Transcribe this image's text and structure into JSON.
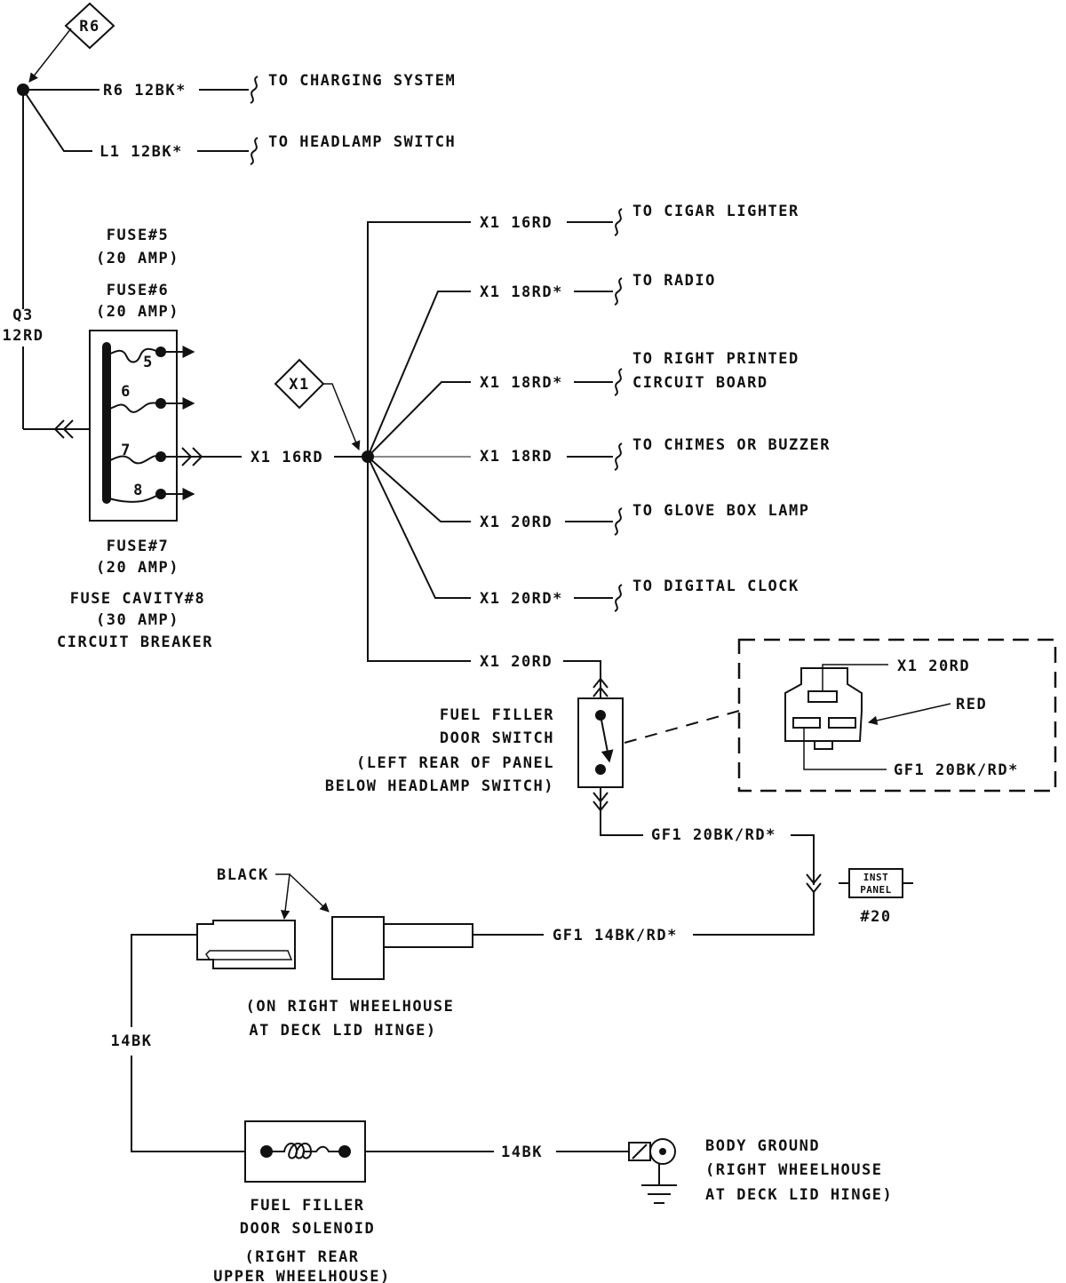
{
  "markers": {
    "r6": "R6",
    "x1": "X1"
  },
  "top_splice": {
    "wires": [
      {
        "label": "R6 12BK*",
        "dest": "TO CHARGING SYSTEM"
      },
      {
        "label": "L1 12BK*",
        "dest": "TO HEADLAMP SWITCH"
      }
    ],
    "feed": {
      "circuit": "Q3",
      "gauge": "12RD"
    }
  },
  "fuse_block": {
    "labels": [
      {
        "line1": "FUSE#5",
        "line2": "(20 AMP)"
      },
      {
        "line1": "FUSE#6",
        "line2": "(20 AMP)"
      }
    ],
    "fuse7": {
      "line1": "FUSE#7",
      "line2": "(20 AMP)"
    },
    "cavity8": {
      "line1": "FUSE CAVITY#8",
      "line2": "(30 AMP)",
      "line3": "CIRCUIT BREAKER"
    },
    "fuse_numbers": [
      "5",
      "6",
      "7",
      "8"
    ],
    "output_wire": "X1 16RD"
  },
  "x1_branches": [
    {
      "label": "X1 16RD",
      "dest_line1": "TO CIGAR LIGHTER",
      "dest_line2": ""
    },
    {
      "label": "X1 18RD*",
      "dest_line1": "TO RADIO",
      "dest_line2": ""
    },
    {
      "label": "X1 18RD*",
      "dest_line1": "TO RIGHT PRINTED",
      "dest_line2": "CIRCUIT BOARD"
    },
    {
      "label": "X1 18RD",
      "dest_line1": "TO CHIMES OR BUZZER",
      "dest_line2": ""
    },
    {
      "label": "X1 20RD",
      "dest_line1": "TO GLOVE BOX LAMP",
      "dest_line2": ""
    },
    {
      "label": "X1 20RD*",
      "dest_line1": "TO DIGITAL CLOCK",
      "dest_line2": ""
    },
    {
      "label": "X1 20RD",
      "dest_line1": "",
      "dest_line2": ""
    }
  ],
  "fuel_switch": {
    "line1": "FUEL FILLER",
    "line2": "DOOR SWITCH",
    "line3": "(LEFT REAR OF PANEL",
    "line4": "BELOW HEADLAMP SWITCH)"
  },
  "connector_detail": {
    "top_wire": "X1 20RD",
    "color": "RED",
    "bottom_wire": "GF1 20BK/RD*"
  },
  "inst_panel": {
    "wire_in": "GF1 20BK/RD*",
    "tag_line1": "INST",
    "tag_line2": "PANEL",
    "number": "#20",
    "wire_out": "GF1 14BK/RD*"
  },
  "rear_connector": {
    "color": "BLACK",
    "loc_line1": "(ON RIGHT WHEELHOUSE",
    "loc_line2": "AT DECK LID HINGE)"
  },
  "ground_wire": "14BK",
  "solenoid": {
    "line1": "FUEL FILLER",
    "line2": "DOOR SOLENOID",
    "line3": "(RIGHT REAR",
    "line4": "UPPER WHEELHOUSE)"
  },
  "solenoid_wire": "14BK",
  "body_ground": {
    "line1": "BODY GROUND",
    "line2": "(RIGHT WHEELHOUSE",
    "line3": "AT DECK LID HINGE)"
  }
}
